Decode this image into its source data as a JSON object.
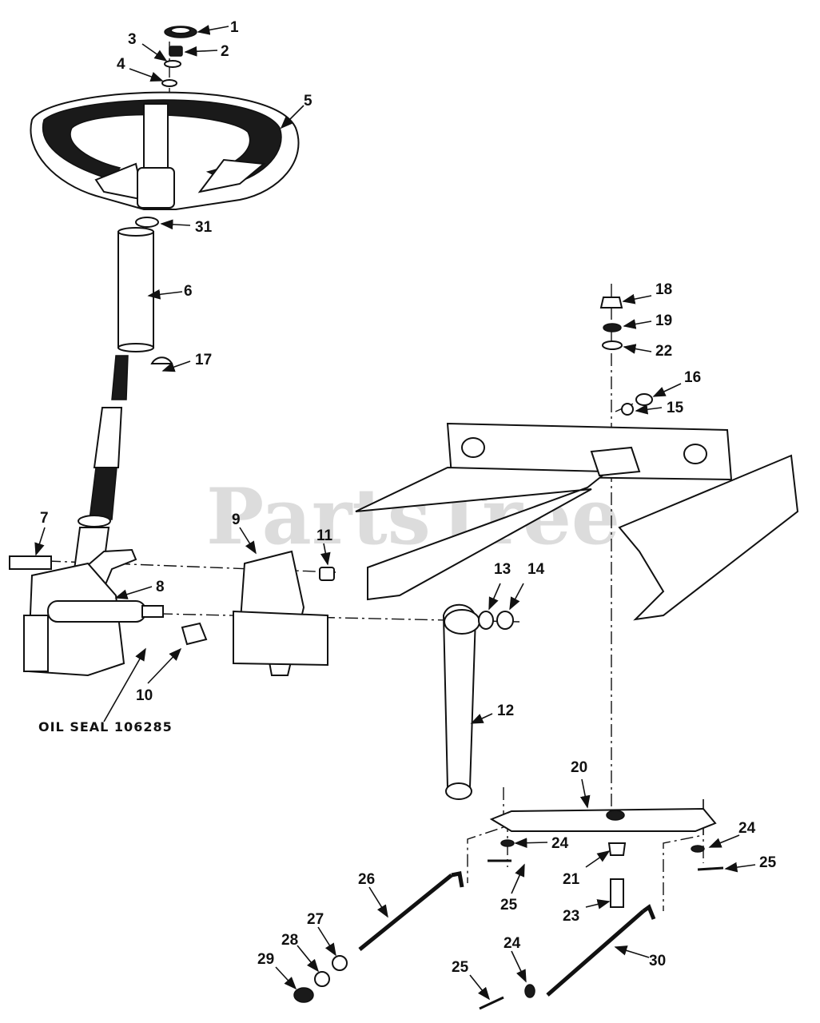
{
  "watermark": "PartsTree",
  "caption": "OIL SEAL 106285",
  "callouts": [
    {
      "id": "c1",
      "label": "1"
    },
    {
      "id": "c2",
      "label": "2"
    },
    {
      "id": "c3",
      "label": "3"
    },
    {
      "id": "c4",
      "label": "4"
    },
    {
      "id": "c5",
      "label": "5"
    },
    {
      "id": "c31",
      "label": "31"
    },
    {
      "id": "c6",
      "label": "6"
    },
    {
      "id": "c17",
      "label": "17"
    },
    {
      "id": "c7",
      "label": "7"
    },
    {
      "id": "c8",
      "label": "8"
    },
    {
      "id": "c9",
      "label": "9"
    },
    {
      "id": "c11",
      "label": "11"
    },
    {
      "id": "c10",
      "label": "10"
    },
    {
      "id": "c18",
      "label": "18"
    },
    {
      "id": "c19",
      "label": "19"
    },
    {
      "id": "c22",
      "label": "22"
    },
    {
      "id": "c16",
      "label": "16"
    },
    {
      "id": "c15",
      "label": "15"
    },
    {
      "id": "c13",
      "label": "13"
    },
    {
      "id": "c14",
      "label": "14"
    },
    {
      "id": "c12",
      "label": "12"
    },
    {
      "id": "c20",
      "label": "20"
    },
    {
      "id": "c24a",
      "label": "24"
    },
    {
      "id": "c24b",
      "label": "24"
    },
    {
      "id": "c25a",
      "label": "25"
    },
    {
      "id": "c25b",
      "label": "25"
    },
    {
      "id": "c21",
      "label": "21"
    },
    {
      "id": "c23",
      "label": "23"
    },
    {
      "id": "c26",
      "label": "26"
    },
    {
      "id": "c27",
      "label": "27"
    },
    {
      "id": "c28",
      "label": "28"
    },
    {
      "id": "c29",
      "label": "29"
    },
    {
      "id": "c24c",
      "label": "24"
    },
    {
      "id": "c25c",
      "label": "25"
    },
    {
      "id": "c30",
      "label": "30"
    }
  ]
}
